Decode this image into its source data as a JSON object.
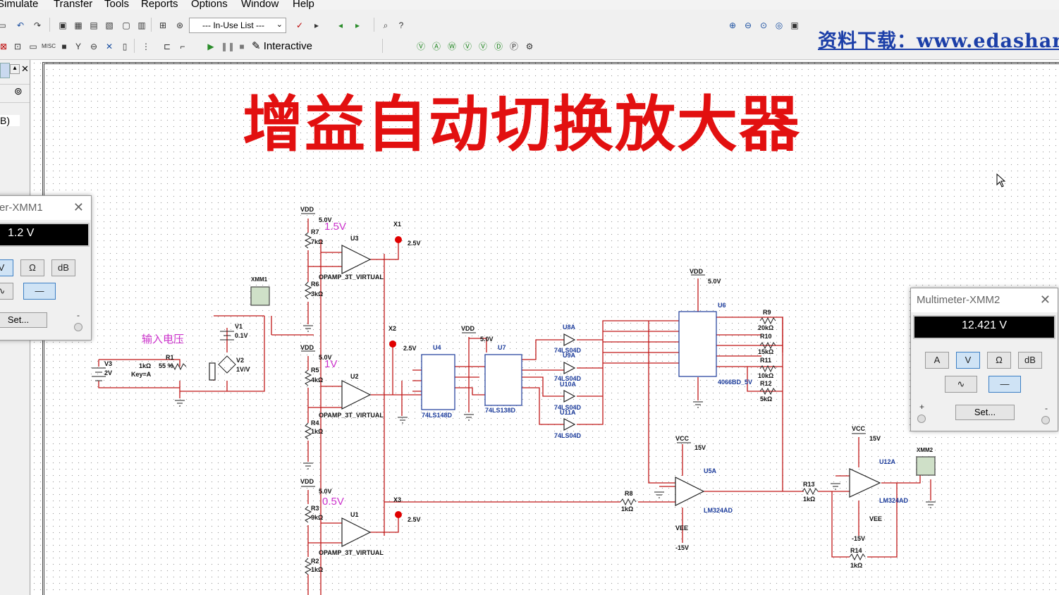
{
  "menu": {
    "items": [
      "Simulate",
      "Transfer",
      "Tools",
      "Reports",
      "Options",
      "Window",
      "Help"
    ]
  },
  "toolbar": {
    "in_use_list": "--- In-Use List ---",
    "interactive_label": "Interactive"
  },
  "watermark": {
    "text": "资料下载：www.edashar"
  },
  "schematic": {
    "title": "增益自动切换放大器",
    "input_voltage_label": "输入电压",
    "net_labels": {
      "v15": "1.5V",
      "v1": "1V",
      "v05": "0.5V"
    },
    "probe_labels": {
      "x1": "X1",
      "x2": "X2",
      "x3": "X3",
      "probe_v": "2.5V"
    },
    "supply": {
      "vdd": "VDD",
      "vcc": "VCC",
      "vee": "VEE",
      "v5": "5.0V",
      "p15": "15V",
      "n15": "-15V"
    },
    "components": {
      "r7": "R7",
      "r7v": "7kΩ",
      "r6": "R6",
      "r6v": "3kΩ",
      "r5": "R5",
      "r5v": "4kΩ",
      "r4": "R4",
      "r4v": "1kΩ",
      "r3": "R3",
      "r3v": "9kΩ",
      "r2": "R2",
      "r2v": "1kΩ",
      "u3": "U3",
      "u2": "U2",
      "u1": "U1",
      "opamp": "OPAMP_3T_VIRTUAL",
      "v3": "V3",
      "v3v": "2V",
      "r1": "R1",
      "r1v": "1kΩ",
      "r1p": "55 %",
      "r1k": "Key=A",
      "v1": "V1",
      "v1v": "0.1V",
      "v2": "V2",
      "v2v": "1V/V",
      "xmm1": "XMM1",
      "xmm2": "XMM2",
      "u4": "U4",
      "u4p": "74LS148D",
      "u7": "U7",
      "u7p": "74LS138D",
      "u8a": "U8A",
      "u9a": "U9A",
      "u10a": "U10A",
      "u11a": "U11A",
      "inv": "74LS04D",
      "u6": "U6",
      "u6p": "4066BD_5V",
      "r9": "R9",
      "r9v": "20kΩ",
      "r10": "R10",
      "r10v": "15kΩ",
      "r11": "R11",
      "r11v": "10kΩ",
      "r12": "R12",
      "r12v": "5kΩ",
      "r8": "R8",
      "r8v": "1kΩ",
      "u5a": "U5A",
      "lm": "LM324AD",
      "r13": "R13",
      "r13v": "1kΩ",
      "r14": "R14",
      "r14v": "1kΩ",
      "u12a": "U12A"
    }
  },
  "left_panel": {
    "label": "B)"
  },
  "multimeter1": {
    "title": "er-XMM1",
    "reading": "1.2 V",
    "buttons": [
      "V",
      "Ω",
      "dB"
    ],
    "set_label": "Set...",
    "minus": "-"
  },
  "multimeter2": {
    "title": "Multimeter-XMM2",
    "reading": "12.421 V",
    "buttons": [
      "A",
      "V",
      "Ω",
      "dB"
    ],
    "set_label": "Set...",
    "plus": "+",
    "minus": "-"
  }
}
